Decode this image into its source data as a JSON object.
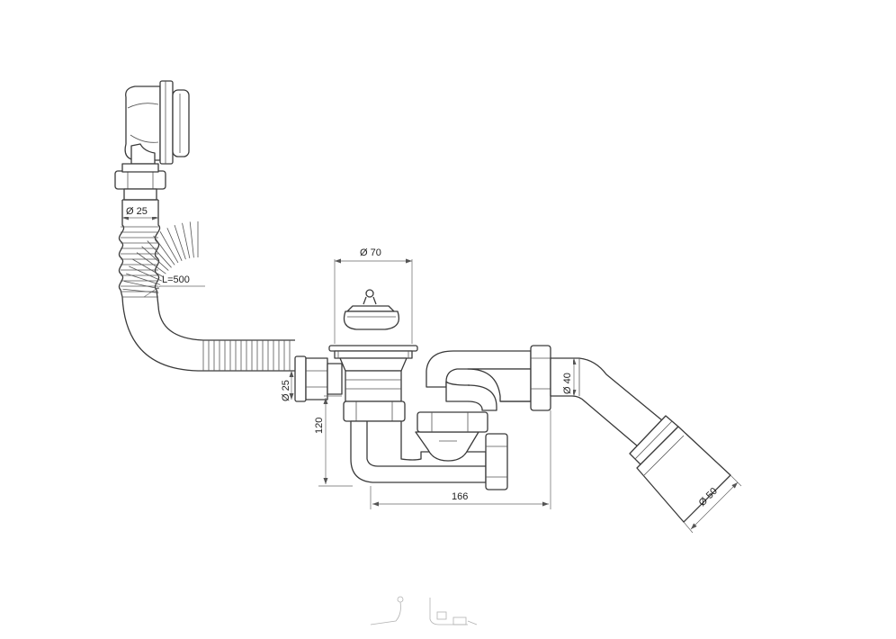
{
  "dimensions": {
    "overflow_hose_diameter": "Ø 25",
    "hose_length": "L=500",
    "drain_diameter": "Ø 70",
    "side_inlet_diameter": "Ø 25",
    "trap_height": "120",
    "trap_width": "166",
    "outlet_pipe_diameter": "Ø 40",
    "outlet_end_diameter": "Ø 50"
  },
  "colors": {
    "line": "#3a3a3a",
    "dimension": "#666666",
    "background": "#ffffff"
  }
}
